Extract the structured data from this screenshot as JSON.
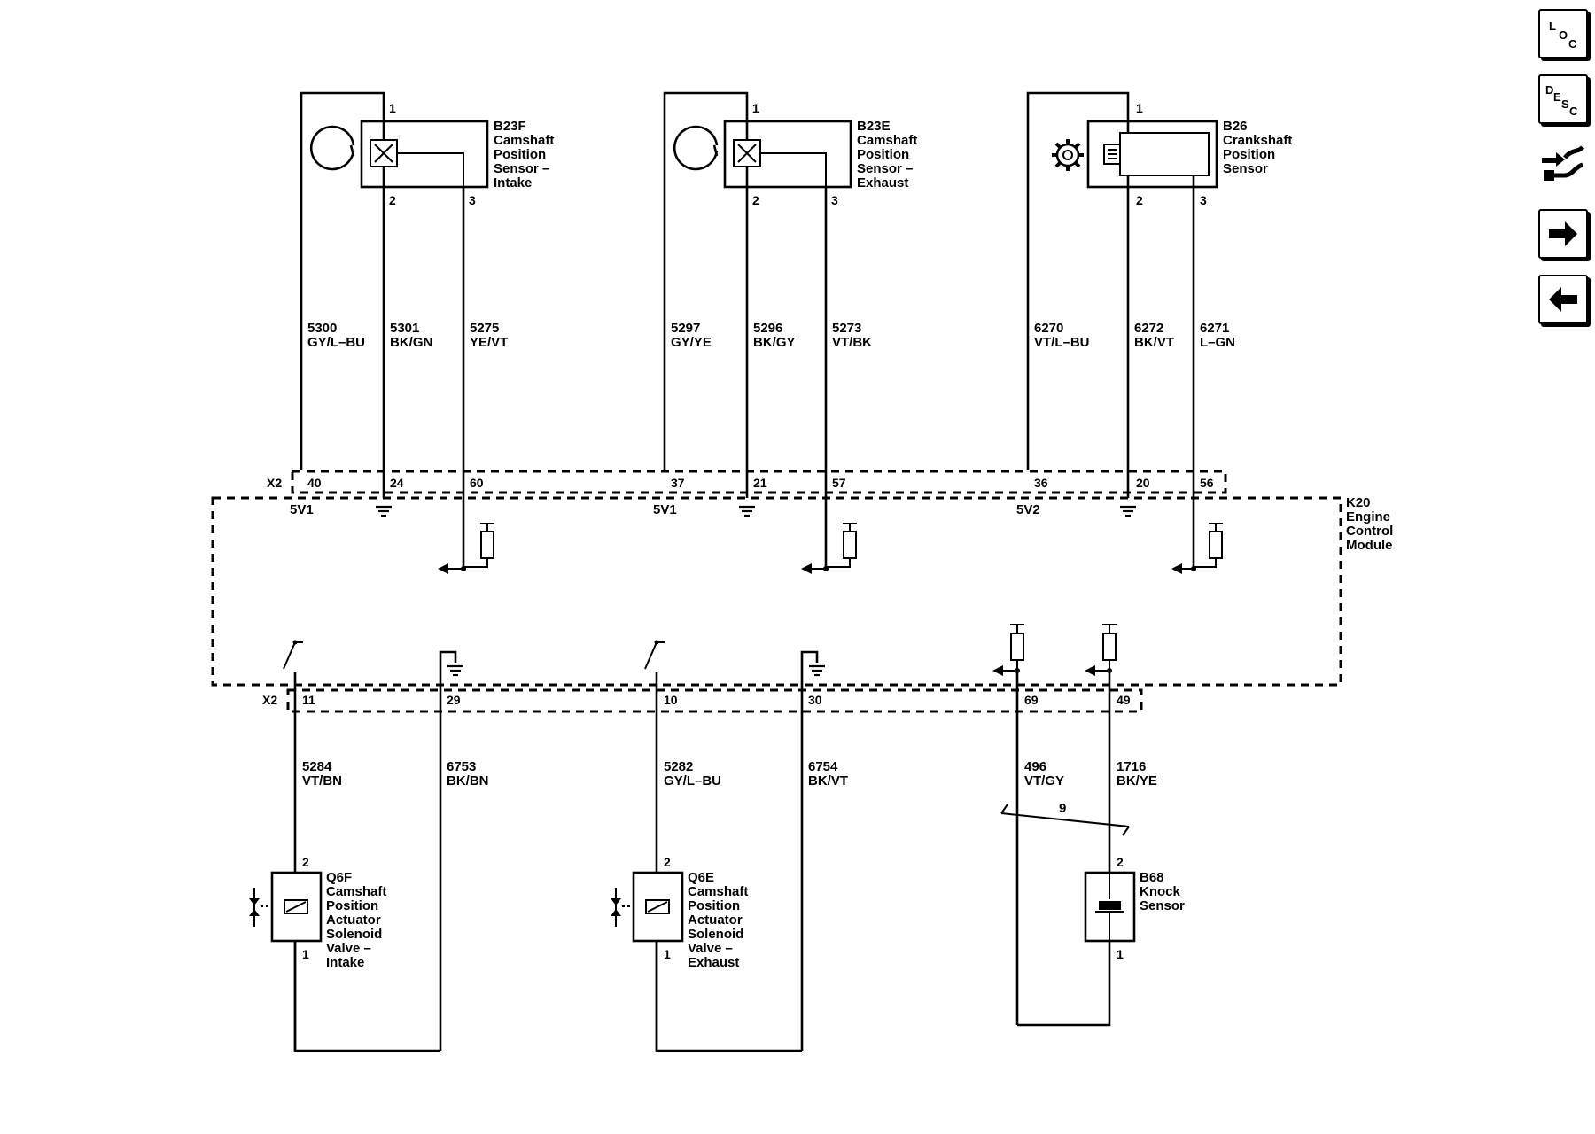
{
  "components": {
    "b23f": {
      "id": "B23F",
      "name_lines": [
        "Camshaft",
        "Position",
        "Sensor –",
        "Intake"
      ],
      "pins": [
        "1",
        "2",
        "3"
      ]
    },
    "b23e": {
      "id": "B23E",
      "name_lines": [
        "Camshaft",
        "Position",
        "Sensor –",
        "Exhaust"
      ],
      "pins": [
        "1",
        "2",
        "3"
      ]
    },
    "b26": {
      "id": "B26",
      "name_lines": [
        "Crankshaft",
        "Position",
        "Sensor"
      ],
      "pins": [
        "1",
        "2",
        "3"
      ]
    },
    "k20": {
      "id": "K20",
      "name_lines": [
        "Engine",
        "Control",
        "Module"
      ]
    },
    "q6f": {
      "id": "Q6F",
      "name_lines": [
        "Camshaft",
        "Position",
        "Actuator",
        "Solenoid",
        "Valve –",
        "Intake"
      ],
      "pins": [
        "2",
        "1"
      ]
    },
    "q6e": {
      "id": "Q6E",
      "name_lines": [
        "Camshaft",
        "Position",
        "Actuator",
        "Solenoid",
        "Valve –",
        "Exhaust"
      ],
      "pins": [
        "2",
        "1"
      ]
    },
    "b68": {
      "id": "B68",
      "name_lines": [
        "Knock",
        "Sensor"
      ],
      "pins": [
        "2",
        "1"
      ]
    }
  },
  "wires_top": [
    {
      "circuit": "5300",
      "color": "GY/L–BU"
    },
    {
      "circuit": "5301",
      "color": "BK/GN"
    },
    {
      "circuit": "5275",
      "color": "YE/VT"
    },
    {
      "circuit": "5297",
      "color": "GY/YE"
    },
    {
      "circuit": "5296",
      "color": "BK/GY"
    },
    {
      "circuit": "5273",
      "color": "VT/BK"
    },
    {
      "circuit": "6270",
      "color": "VT/L–BU"
    },
    {
      "circuit": "6272",
      "color": "BK/VT"
    },
    {
      "circuit": "6271",
      "color": "L–GN"
    }
  ],
  "wires_bottom": [
    {
      "circuit": "5284",
      "color": "VT/BN"
    },
    {
      "circuit": "6753",
      "color": "BK/BN"
    },
    {
      "circuit": "5282",
      "color": "GY/L–BU"
    },
    {
      "circuit": "6754",
      "color": "BK/VT"
    },
    {
      "circuit": "496",
      "color": "VT/GY"
    },
    {
      "circuit": "1716",
      "color": "BK/YE"
    }
  ],
  "connector_top": {
    "name": "X2",
    "pins": [
      "40",
      "24",
      "60",
      "37",
      "21",
      "57",
      "36",
      "20",
      "56"
    ]
  },
  "connector_bottom": {
    "name": "X2",
    "pins": [
      "11",
      "29",
      "10",
      "30",
      "69",
      "49"
    ]
  },
  "supply_labels": [
    "5V1",
    "5V1",
    "5V2"
  ],
  "twisted_pair_label": "9",
  "nav": {
    "loc": {
      "letters": [
        "L",
        "O",
        "C"
      ],
      "icon": "loc-icon"
    },
    "desc": {
      "letters": [
        "D",
        "E",
        "S",
        "C"
      ],
      "icon": "desc-icon"
    },
    "connector": {
      "icon": "connector-wiring-icon"
    },
    "next": {
      "icon": "arrow-right-icon"
    },
    "prev": {
      "icon": "arrow-left-icon"
    }
  }
}
